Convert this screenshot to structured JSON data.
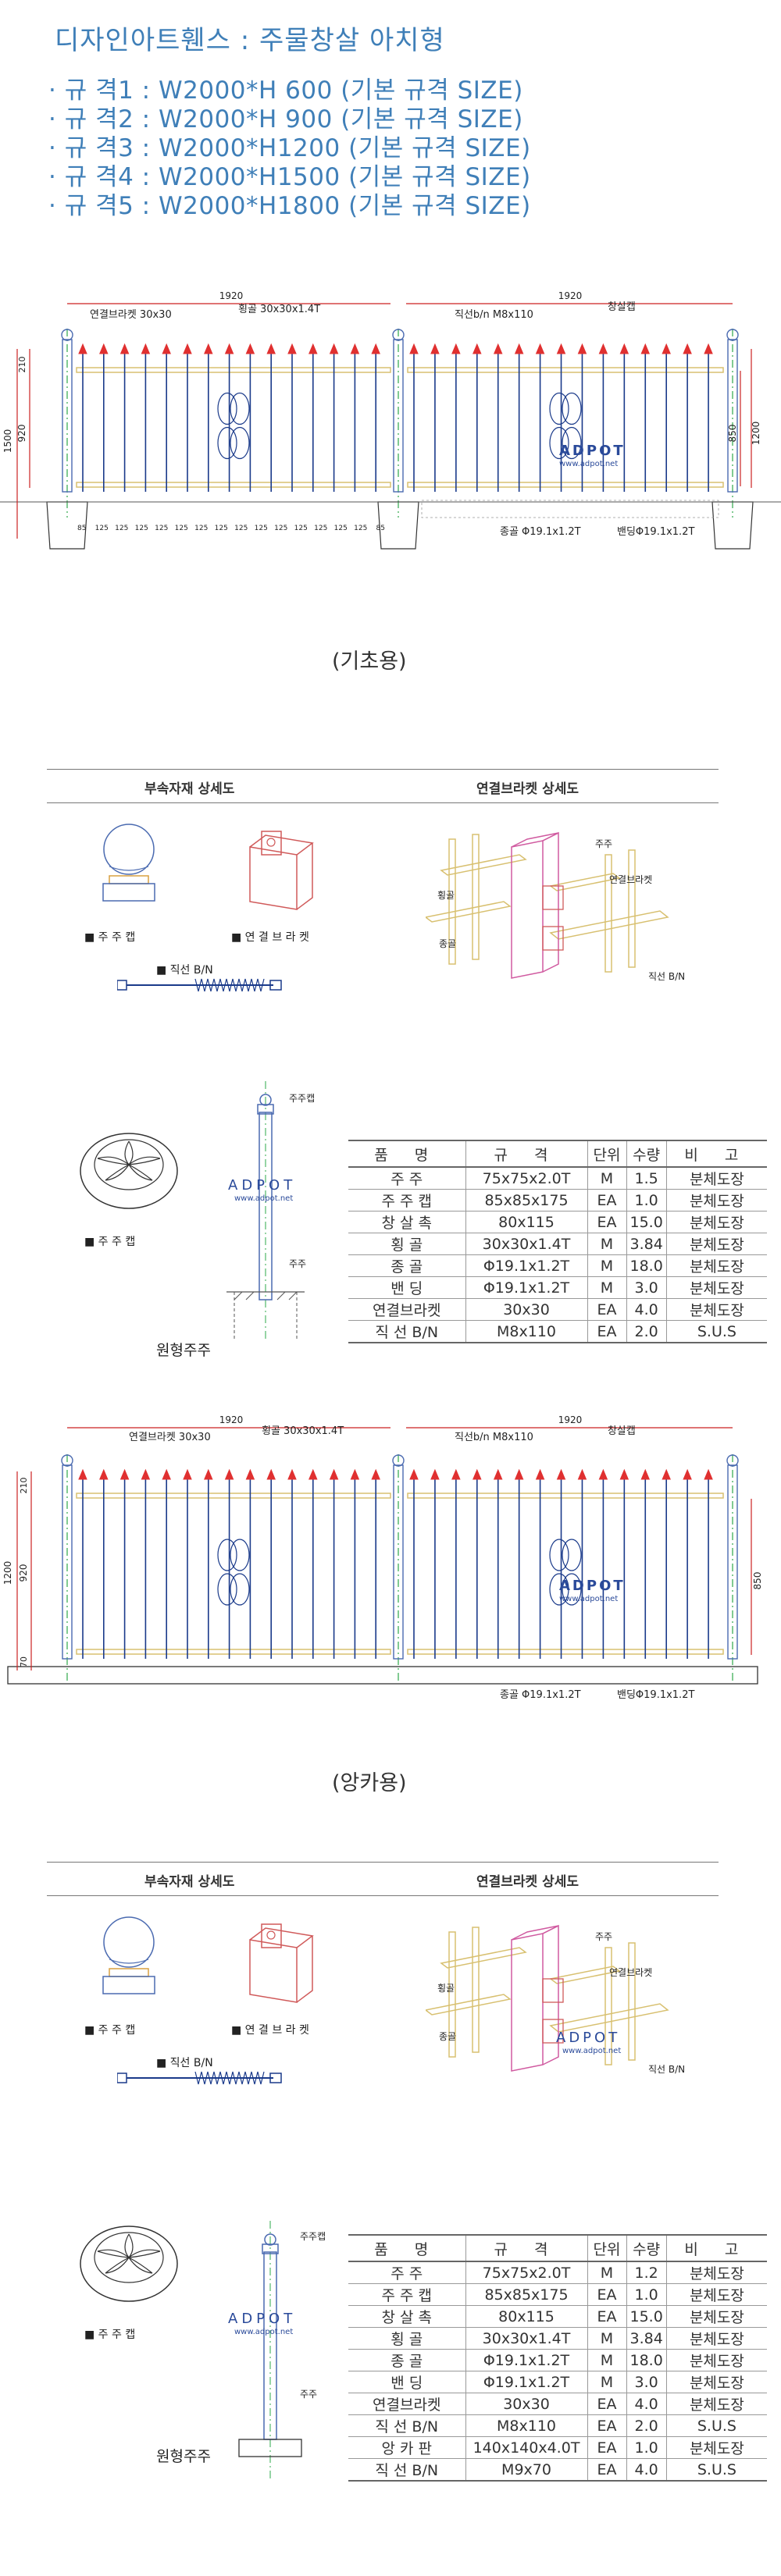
{
  "header": {
    "title": "디자인아트휀스 : 주물창살 아치형",
    "specs": [
      "· 규 격1 : W2000*H  600 (기본 규격 SIZE)",
      "· 규 격2 : W2000*H  900 (기본 규격 SIZE)",
      "· 규 격3 : W2000*H1200 (기본 규격 SIZE)",
      "· 규 격4 : W2000*H1500 (기본 규격 SIZE)",
      "· 규 격5 : W2000*H1800 (기본 규격 SIZE)"
    ]
  },
  "drawing1": {
    "caption": "(기초용)",
    "width_left": "1920",
    "width_right": "1920",
    "label_bracket": "연결브라켓 30x30",
    "label_rail": "횡골 30x30x1.4T",
    "label_bolt": "직선b/n M8x110",
    "label_pickets": "창살캡",
    "label_vertical": "종골 Φ19.1x1.2T",
    "label_band": "밴딩Φ19.1x1.2T",
    "dim_total": "1500",
    "dim_210": "210",
    "dim_920": "920",
    "dim_850": "850",
    "dim_1200": "1200",
    "spacing": [
      "85",
      "125",
      "125",
      "125",
      "125",
      "125",
      "125",
      "125",
      "125",
      "125",
      "125",
      "125",
      "125",
      "125",
      "125",
      "85"
    ],
    "logo": "ADPOT",
    "logo_url": "www.adpot.net"
  },
  "detail1": {
    "title_parts": "부속자재 상세도",
    "title_bracket": "연결브라켓 상세도",
    "cap_label": "■ 주 주 캡",
    "bracket_label": "■ 연 결 브 라 켓",
    "bolt_label": "■ 직선 B/N",
    "post_label": "주주",
    "bracket_tag": "연결브라켓",
    "rail_tag": "횡골",
    "vert_tag": "종골",
    "bolt_tag": "직선 B/N"
  },
  "post1": {
    "cap_label": "■ 주 주 캡",
    "post_cap_tag": "주주캡",
    "post_tag": "주주",
    "post_caption": "원형주주",
    "logo": "ADPOT",
    "logo_url": "www.adpot.net"
  },
  "table1": {
    "headers": [
      "품 명",
      "규 격",
      "단위",
      "수량",
      "비 고"
    ],
    "rows": [
      [
        "주 주",
        "75x75x2.0T",
        "M",
        "1.5",
        "분체도장"
      ],
      [
        "주 주 캡",
        "85x85x175",
        "EA",
        "1.0",
        "분체도장"
      ],
      [
        "창 살 촉",
        "80x115",
        "EA",
        "15.0",
        "분체도장"
      ],
      [
        "횡 골",
        "30x30x1.4T",
        "M",
        "3.84",
        "분체도장"
      ],
      [
        "종 골",
        "Φ19.1x1.2T",
        "M",
        "18.0",
        "분체도장"
      ],
      [
        "밴 딩",
        "Φ19.1x1.2T",
        "M",
        "3.0",
        "분체도장"
      ],
      [
        "연결브라켓",
        "30x30",
        "EA",
        "4.0",
        "분체도장"
      ],
      [
        "직 선 B/N",
        "M8x110",
        "EA",
        "2.0",
        "S.U.S"
      ]
    ]
  },
  "drawing2": {
    "caption": "(앙카용)",
    "width_left": "1920",
    "width_right": "1920",
    "label_bracket": "연결브라켓 30x30",
    "label_rail": "횡골 30x30x1.4T",
    "label_bolt": "직선b/n M8x110",
    "label_pickets": "창살캡",
    "label_vertical": "종골 Φ19.1x1.2T",
    "label_band": "밴딩Φ19.1x1.2T",
    "dim_210": "210",
    "dim_1200": "1200",
    "dim_920": "920",
    "dim_70": "70",
    "dim_850": "850",
    "logo": "ADPOT",
    "logo_url": "www.adpot.net"
  },
  "detail2": {
    "title_parts": "부속자재 상세도",
    "title_bracket": "연결브라켓 상세도",
    "cap_label": "■ 주 주 캡",
    "bracket_label": "■ 연 결 브 라 켓",
    "bolt_label": "■ 직선 B/N",
    "post_label": "주주",
    "bracket_tag": "연결브라켓",
    "rail_tag": "횡골",
    "vert_tag": "종골",
    "bolt_tag": "직선 B/N",
    "logo": "ADPOT",
    "logo_url": "www.adpot.net"
  },
  "post2": {
    "cap_label": "■ 주 주 캡",
    "post_cap_tag": "주주캡",
    "post_tag": "주주",
    "post_caption": "원형주주",
    "logo": "ADPOT",
    "logo_url": "www.adpot.net"
  },
  "table2": {
    "headers": [
      "품 명",
      "규 격",
      "단위",
      "수량",
      "비 고"
    ],
    "rows": [
      [
        "주 주",
        "75x75x2.0T",
        "M",
        "1.2",
        "분체도장"
      ],
      [
        "주 주 캡",
        "85x85x175",
        "EA",
        "1.0",
        "분체도장"
      ],
      [
        "창 살 촉",
        "80x115",
        "EA",
        "15.0",
        "분체도장"
      ],
      [
        "횡 골",
        "30x30x1.4T",
        "M",
        "3.84",
        "분체도장"
      ],
      [
        "종 골",
        "Φ19.1x1.2T",
        "M",
        "18.0",
        "분체도장"
      ],
      [
        "밴 딩",
        "Φ19.1x1.2T",
        "M",
        "3.0",
        "분체도장"
      ],
      [
        "연결브라켓",
        "30x30",
        "EA",
        "4.0",
        "분체도장"
      ],
      [
        "직 선 B/N",
        "M8x110",
        "EA",
        "2.0",
        "S.U.S"
      ],
      [
        "앙 카 판",
        "140x140x4.0T",
        "EA",
        "1.0",
        "분체도장"
      ],
      [
        "직 선 B/N",
        "M9x70",
        "EA",
        "4.0",
        "S.U.S"
      ]
    ]
  },
  "colors": {
    "blue_text": "#3f7fb8",
    "fence_line": "#1a3a8a",
    "picket_red": "#e03030",
    "rail_yellow": "#d8c070",
    "post_green": "#2ea84a",
    "dim_red": "#cc2222"
  }
}
